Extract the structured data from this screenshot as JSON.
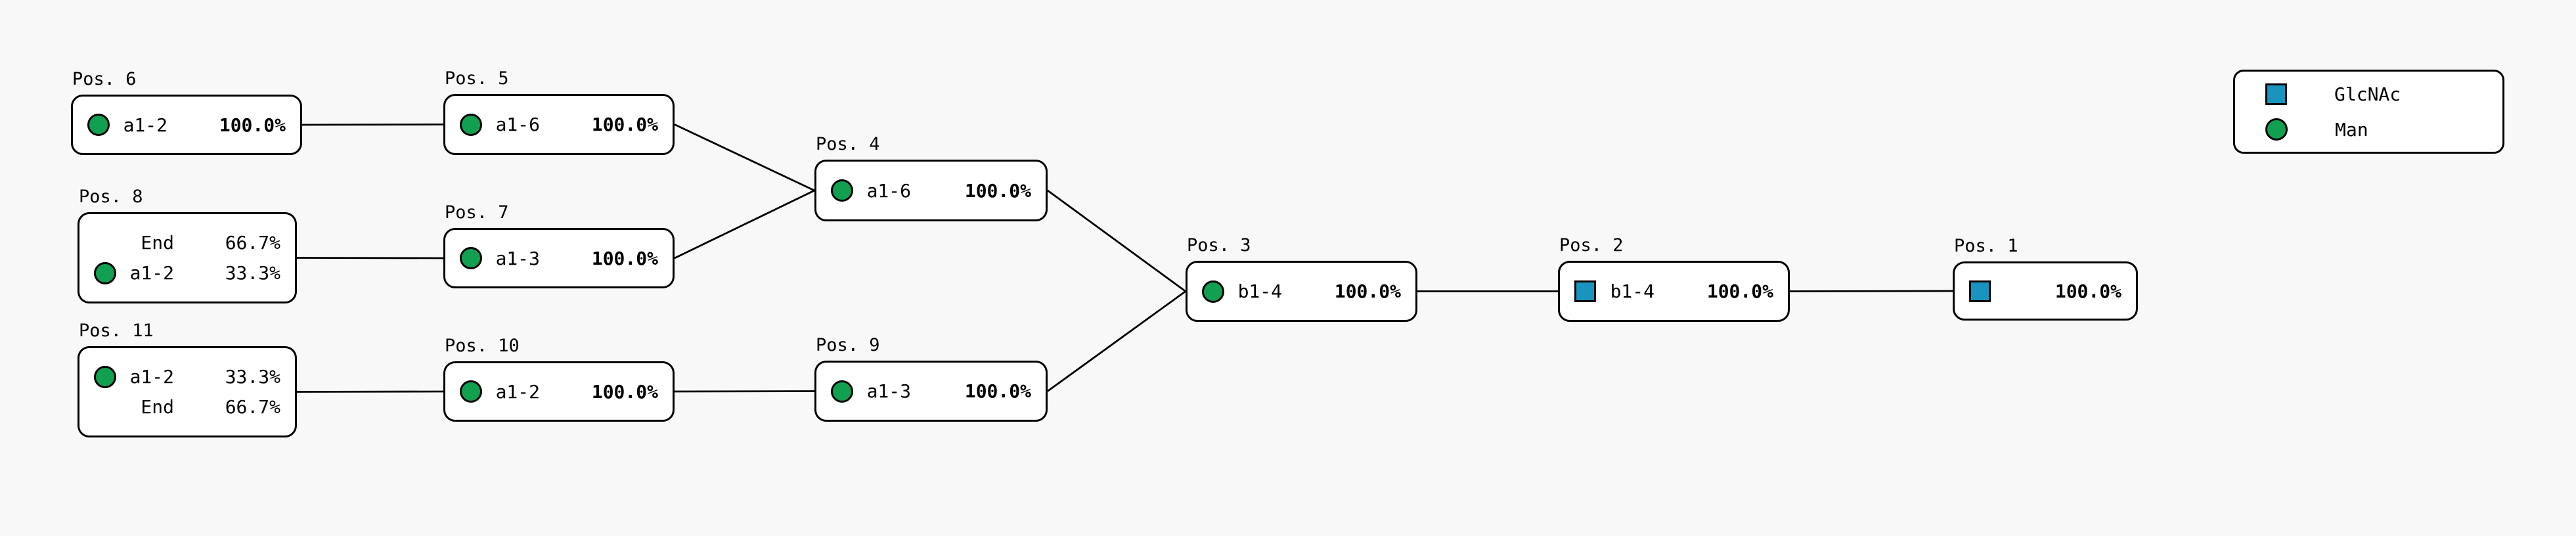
{
  "figure": {
    "background": "#f8f8f8",
    "node_background": "#ffffff",
    "line_color": "#000000"
  },
  "colors": {
    "glcnac_blue": "#1894be",
    "man_green": "#11a050"
  },
  "legend": {
    "items": [
      {
        "icon": "square",
        "label": "GlcNAc",
        "color": "#1894be"
      },
      {
        "icon": "circle",
        "label": "Man",
        "color": "#11a050"
      }
    ]
  },
  "nodes": [
    {
      "id": "pos1",
      "label": "Pos. 1",
      "rows": [
        {
          "icon": "square",
          "residue": "GlcNAc",
          "linkage": "",
          "percent": "100.0%",
          "emphasis": true
        }
      ]
    },
    {
      "id": "pos2",
      "label": "Pos. 2",
      "rows": [
        {
          "icon": "square",
          "residue": "GlcNAc",
          "linkage": "b1-4",
          "percent": "100.0%",
          "emphasis": true
        }
      ]
    },
    {
      "id": "pos3",
      "label": "Pos. 3",
      "rows": [
        {
          "icon": "circle",
          "residue": "Man",
          "linkage": "b1-4",
          "percent": "100.0%",
          "emphasis": true
        }
      ]
    },
    {
      "id": "pos4",
      "label": "Pos. 4",
      "rows": [
        {
          "icon": "circle",
          "residue": "Man",
          "linkage": "a1-6",
          "percent": "100.0%",
          "emphasis": true
        }
      ]
    },
    {
      "id": "pos5",
      "label": "Pos. 5",
      "rows": [
        {
          "icon": "circle",
          "residue": "Man",
          "linkage": "a1-6",
          "percent": "100.0%",
          "emphasis": true
        }
      ]
    },
    {
      "id": "pos6",
      "label": "Pos. 6",
      "rows": [
        {
          "icon": "circle",
          "residue": "Man",
          "linkage": "a1-2",
          "percent": "100.0%",
          "emphasis": true
        }
      ]
    },
    {
      "id": "pos7",
      "label": "Pos. 7",
      "rows": [
        {
          "icon": "circle",
          "residue": "Man",
          "linkage": "a1-3",
          "percent": "100.0%",
          "emphasis": true
        }
      ]
    },
    {
      "id": "pos8",
      "label": "Pos. 8",
      "rows": [
        {
          "icon": null,
          "residue": null,
          "linkage": "End",
          "percent": "66.7%",
          "emphasis": false
        },
        {
          "icon": "circle",
          "residue": "Man",
          "linkage": "a1-2",
          "percent": "33.3%",
          "emphasis": false
        }
      ]
    },
    {
      "id": "pos9",
      "label": "Pos. 9",
      "rows": [
        {
          "icon": "circle",
          "residue": "Man",
          "linkage": "a1-3",
          "percent": "100.0%",
          "emphasis": true
        }
      ]
    },
    {
      "id": "pos10",
      "label": "Pos. 10",
      "rows": [
        {
          "icon": "circle",
          "residue": "Man",
          "linkage": "a1-2",
          "percent": "100.0%",
          "emphasis": true
        }
      ]
    },
    {
      "id": "pos11",
      "label": "Pos. 11",
      "rows": [
        {
          "icon": "circle",
          "residue": "Man",
          "linkage": "a1-2",
          "percent": "33.3%",
          "emphasis": false
        },
        {
          "icon": null,
          "residue": null,
          "linkage": "End",
          "percent": "66.7%",
          "emphasis": false
        }
      ]
    }
  ],
  "edges": [
    {
      "from": "pos6",
      "to": "pos5"
    },
    {
      "from": "pos5",
      "to": "pos4"
    },
    {
      "from": "pos8",
      "to": "pos7"
    },
    {
      "from": "pos7",
      "to": "pos4"
    },
    {
      "from": "pos11",
      "to": "pos10"
    },
    {
      "from": "pos10",
      "to": "pos9"
    },
    {
      "from": "pos4",
      "to": "pos3"
    },
    {
      "from": "pos9",
      "to": "pos3"
    },
    {
      "from": "pos3",
      "to": "pos2"
    },
    {
      "from": "pos2",
      "to": "pos1"
    }
  ]
}
